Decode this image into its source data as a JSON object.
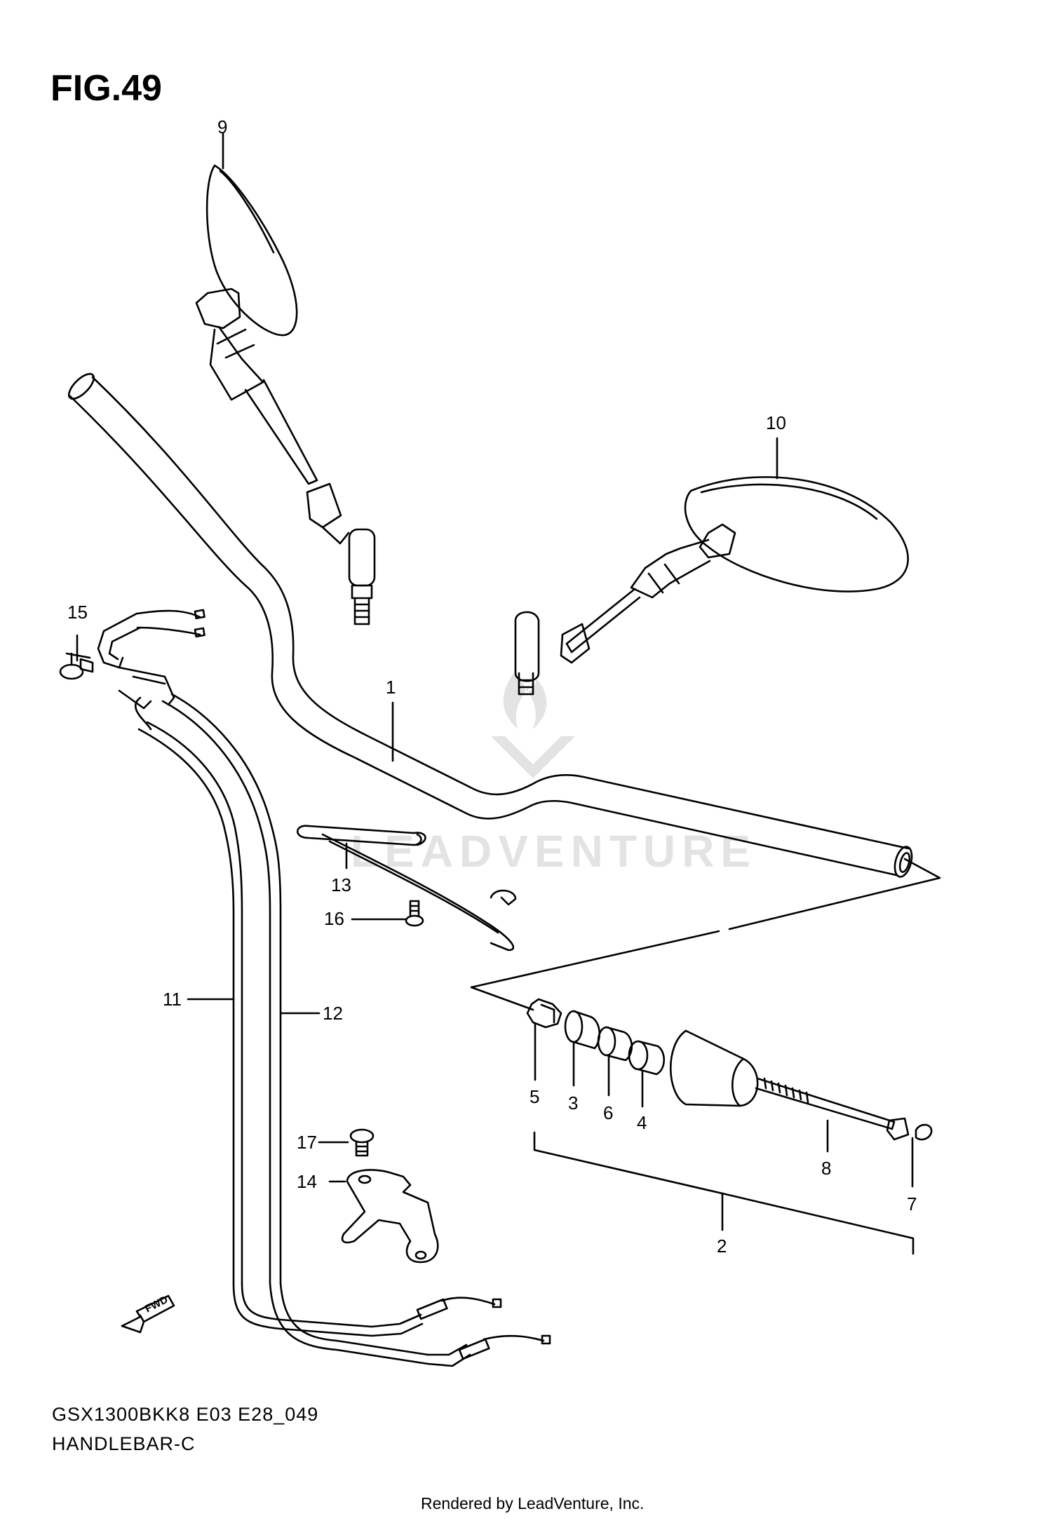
{
  "figure": {
    "title": "FIG.49",
    "model_code": "GSX1300BKK8 E03 E28_049",
    "name": "HANDLEBAR-C"
  },
  "watermark": {
    "text": "LEADVENTURE"
  },
  "footer": {
    "rendered_by": "Rendered by LeadVenture, Inc."
  },
  "fwd_label": "FWD",
  "callouts": {
    "c1": "1",
    "c2": "2",
    "c3": "3",
    "c4": "4",
    "c5": "5",
    "c6": "6",
    "c7": "7",
    "c8": "8",
    "c9": "9",
    "c10": "10",
    "c11": "11",
    "c12": "12",
    "c13": "13",
    "c14": "14",
    "c15": "15",
    "c16": "16",
    "c17": "17"
  },
  "colors": {
    "line": "#000000",
    "background": "#ffffff",
    "watermark": "#e3e3e3"
  }
}
